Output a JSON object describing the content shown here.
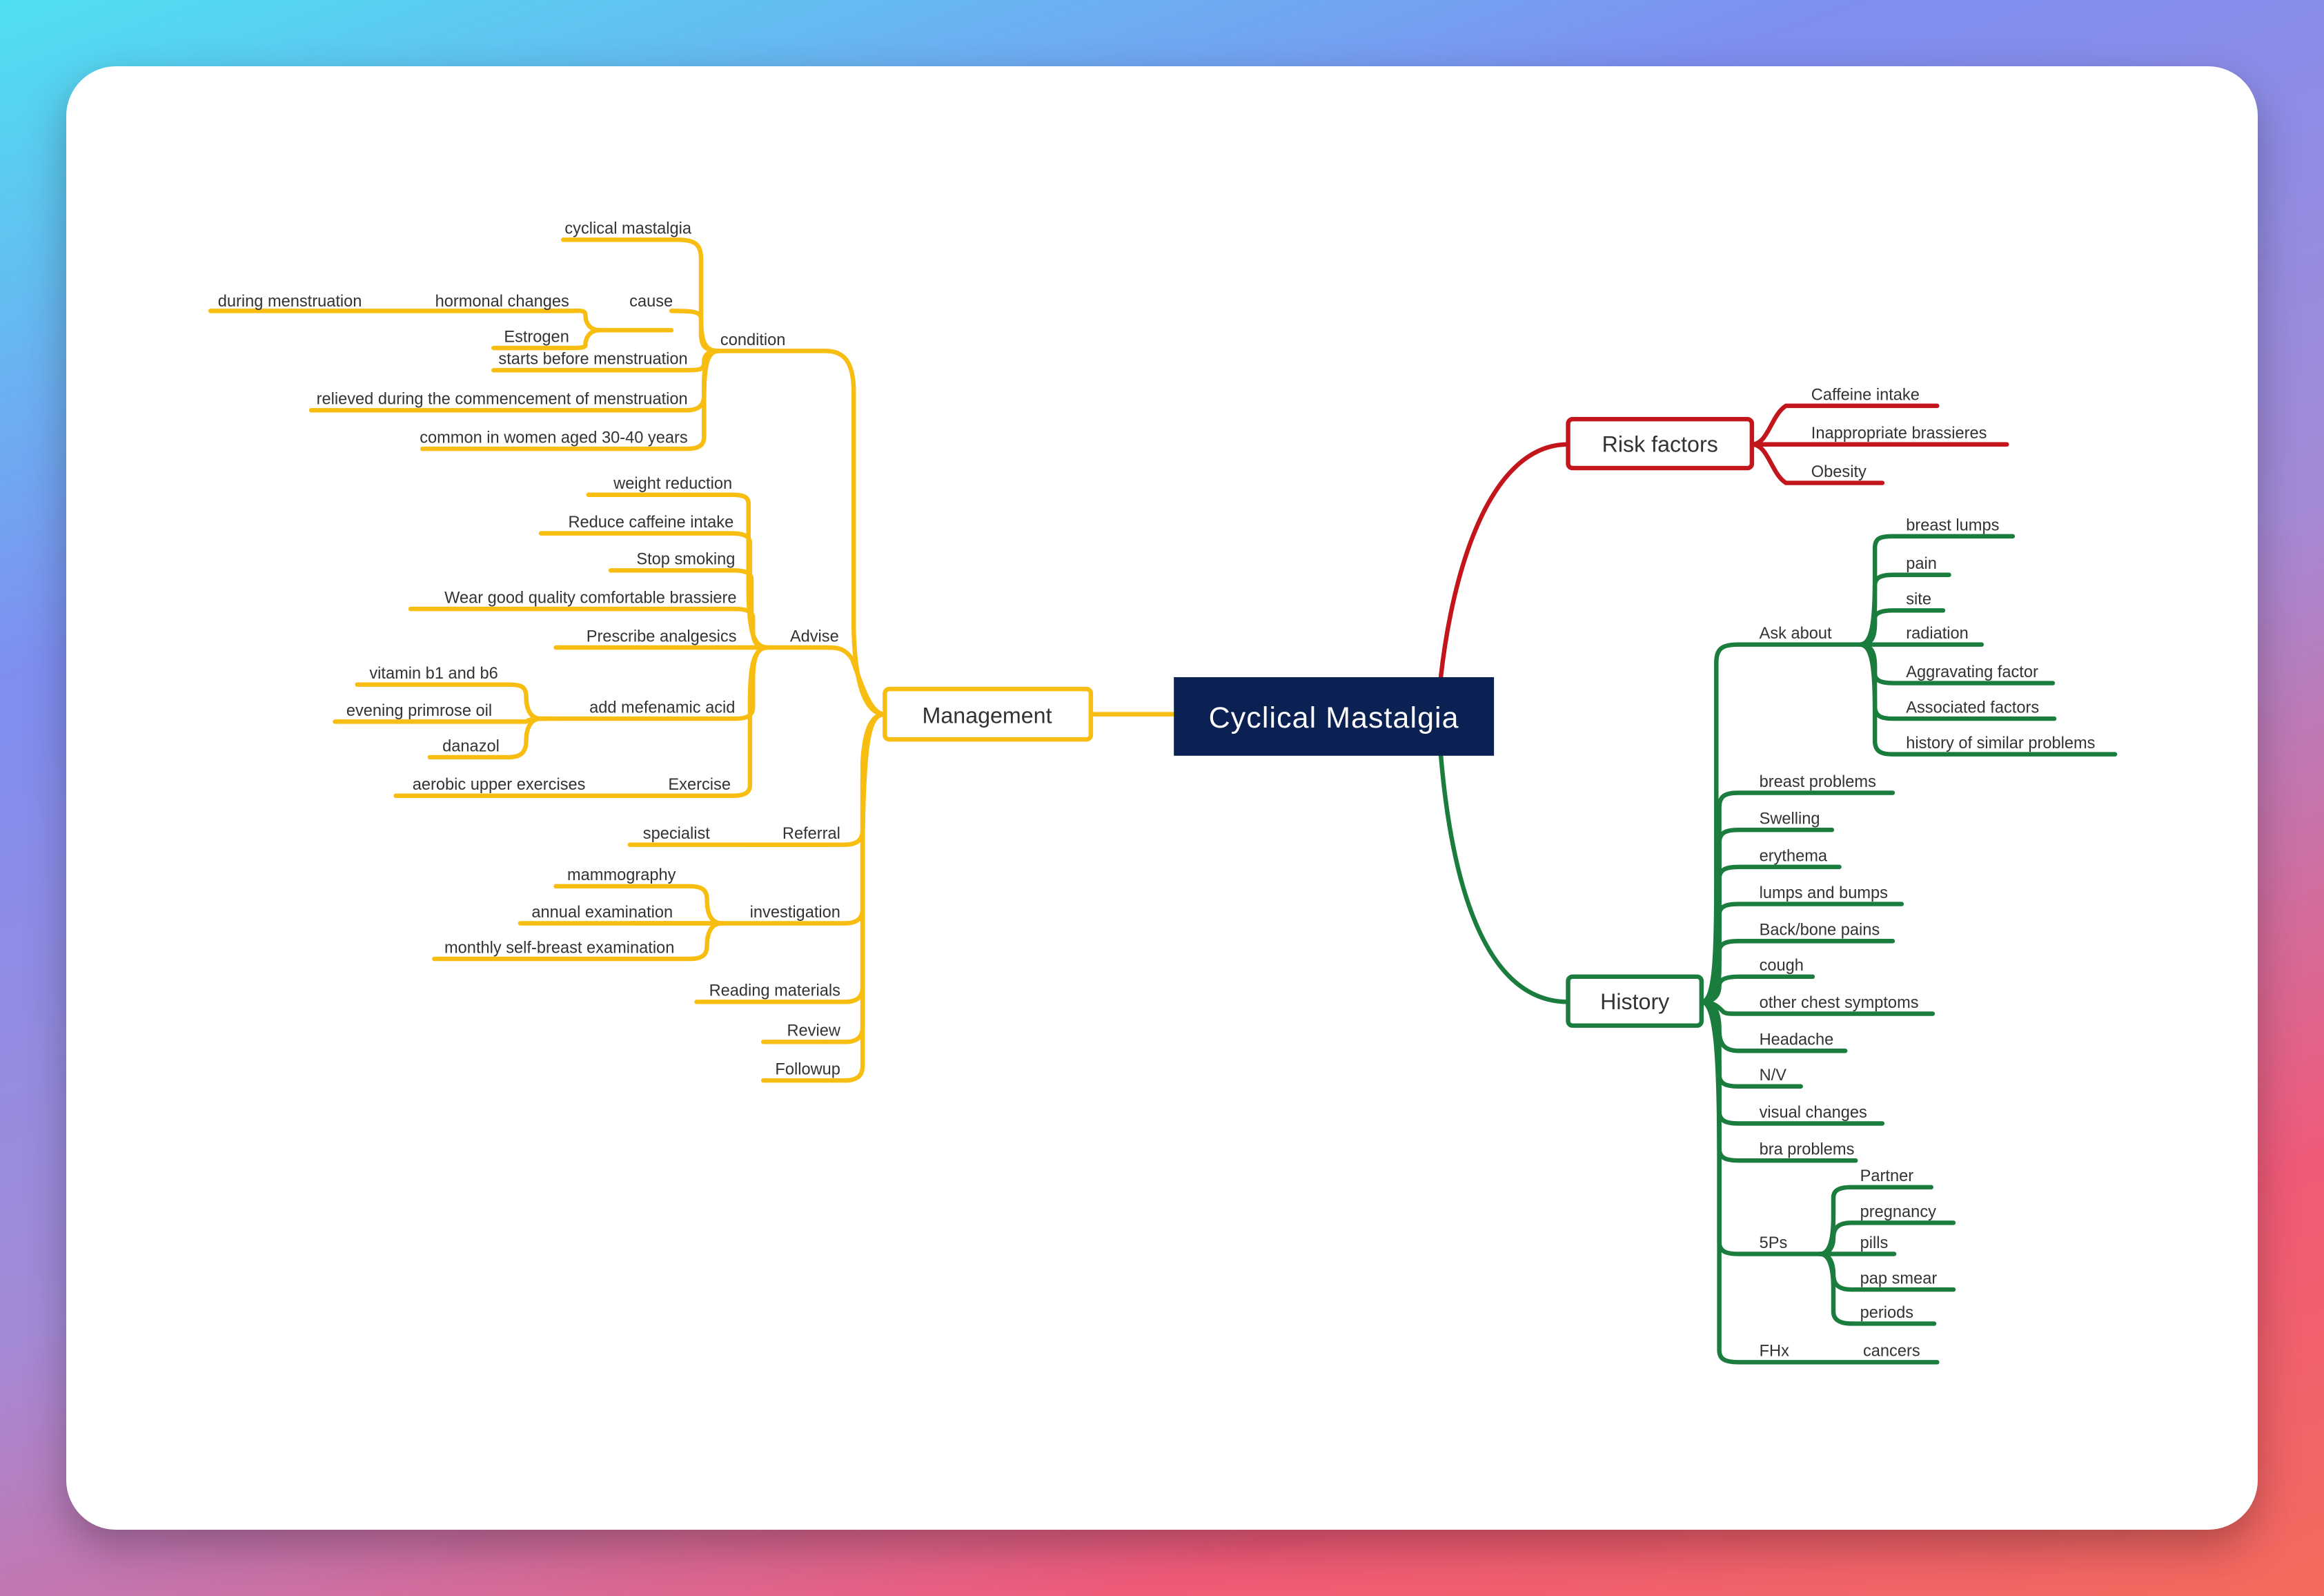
{
  "root": {
    "label": "Cyclical Mastalgia",
    "bg_color": "#0b2154",
    "text_color": "#ffffff"
  },
  "colors": {
    "management": "#f7bd10",
    "risk": "#c2161c",
    "history": "#1a7d3e",
    "text": "#333333"
  },
  "management": {
    "label": "Management",
    "condition": {
      "label": "condition",
      "cyclical": "cyclical mastalgia",
      "cause": {
        "label": "cause",
        "hormonal": {
          "label": "hormonal changes",
          "during": "during menstruation"
        },
        "estrogen": "Estrogen"
      },
      "starts": "starts before menstruation",
      "relieved": "relieved during the commencement of menstruation",
      "common": "common in women aged 30-40 years"
    },
    "advise": {
      "label": "Advise",
      "weight": "weight reduction",
      "caffeine": "Reduce caffeine intake",
      "smoking": "Stop smoking",
      "brassiere": "Wear good quality comfortable brassiere",
      "analgesics": "Prescribe analgesics",
      "mefenamic": {
        "label": "add mefenamic acid",
        "vitamin": "vitamin b1 and b6",
        "primrose": "evening primrose oil",
        "danazol": "danazol"
      },
      "exercise": {
        "label": "Exercise",
        "aerobic": "aerobic upper exercises"
      }
    },
    "referral": {
      "label": "Referral",
      "specialist": "specialist"
    },
    "investigation": {
      "label": "investigation",
      "mammography": "mammography",
      "annual": "annual examination",
      "monthly": "monthly self-breast examination"
    },
    "reading": "Reading materials",
    "review": "Review",
    "followup": "Followup"
  },
  "risk": {
    "label": "Risk factors",
    "caffeine": "Caffeine intake",
    "brassieres": "Inappropriate brassieres",
    "obesity": "Obesity"
  },
  "history": {
    "label": "History",
    "ask": {
      "label": "Ask about",
      "lumps": "breast lumps",
      "pain": "pain",
      "site": "site",
      "radiation": "radiation",
      "aggravating": "Aggravating factor",
      "associated": "Associated factors",
      "similar": "history of similar problems"
    },
    "breast_problems": "breast problems",
    "swelling": "Swelling",
    "erythema": "erythema",
    "lumps_bumps": "lumps and bumps",
    "back": "Back/bone pains",
    "cough": "cough",
    "chest": "other chest symptoms",
    "headache": "Headache",
    "nv": "N/V",
    "visual": "visual changes",
    "bra": "bra problems",
    "fiveps": {
      "label": "5Ps",
      "partner": "Partner",
      "pregnancy": "pregnancy",
      "pills": "pills",
      "pap": "pap smear",
      "periods": "periods"
    },
    "fhx": {
      "label": "FHx",
      "cancers": "cancers"
    }
  }
}
